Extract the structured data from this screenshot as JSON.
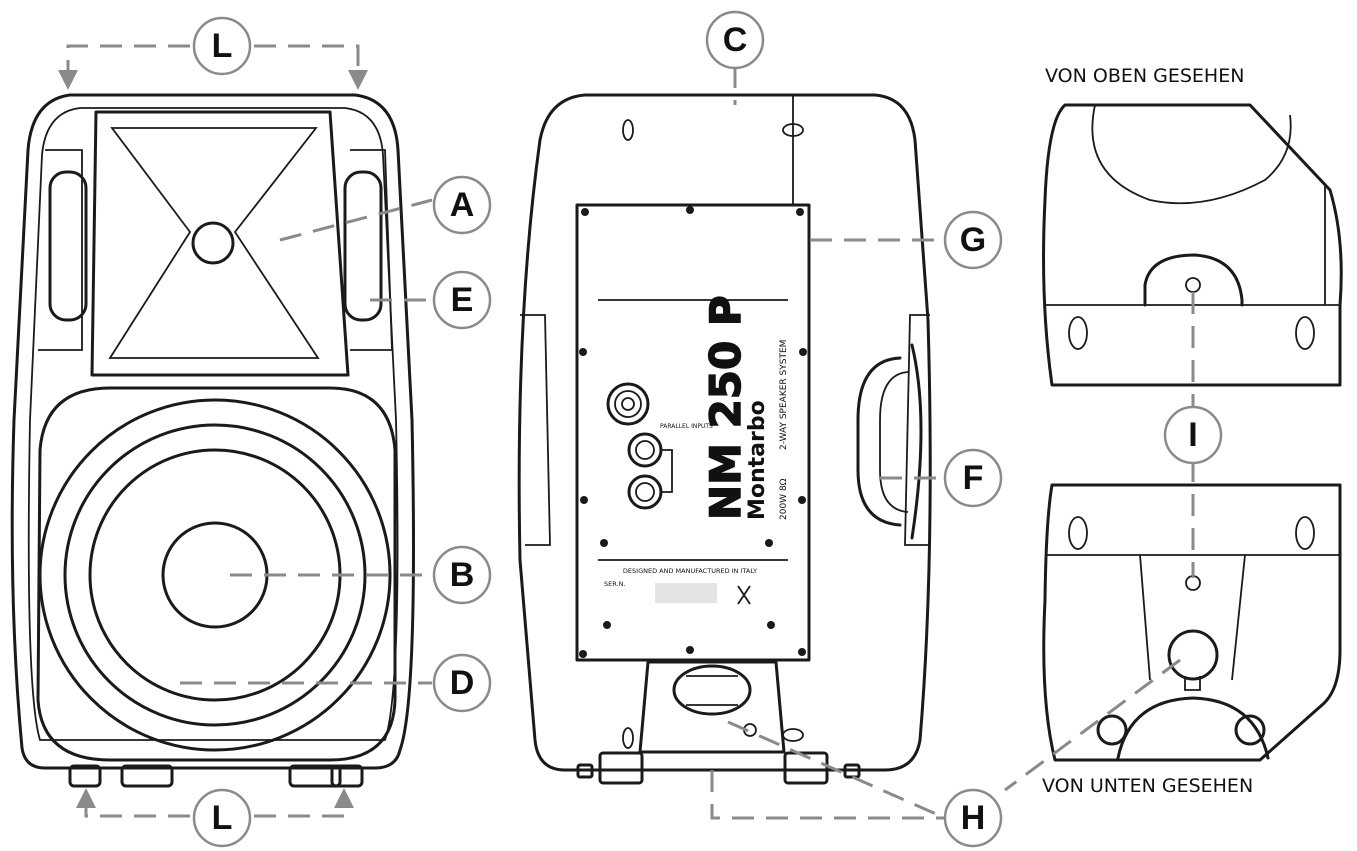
{
  "callouts": {
    "a": "A",
    "b": "B",
    "c": "C",
    "d": "D",
    "e": "E",
    "f": "F",
    "g": "G",
    "h": "H",
    "i": "I",
    "l_top": "L",
    "l_bottom": "L"
  },
  "views": {
    "top_view": "VON OBEN GESEHEN",
    "bottom_view": "VON UNTEN GESEHEN"
  },
  "rear_panel": {
    "model": "NM 250 P",
    "brand": "Montarbo",
    "spec_1": "2-WAY SPEAKER SYSTEM",
    "spec_2": "200W 8Ω",
    "inputs_label": "PARALLEL INPUTS",
    "footer": "DESIGNED AND MANUFACTURED IN ITALY",
    "serial": "SER.N."
  },
  "colors": {
    "line": "#1a1a1a",
    "leader": "#8a8a8a"
  }
}
